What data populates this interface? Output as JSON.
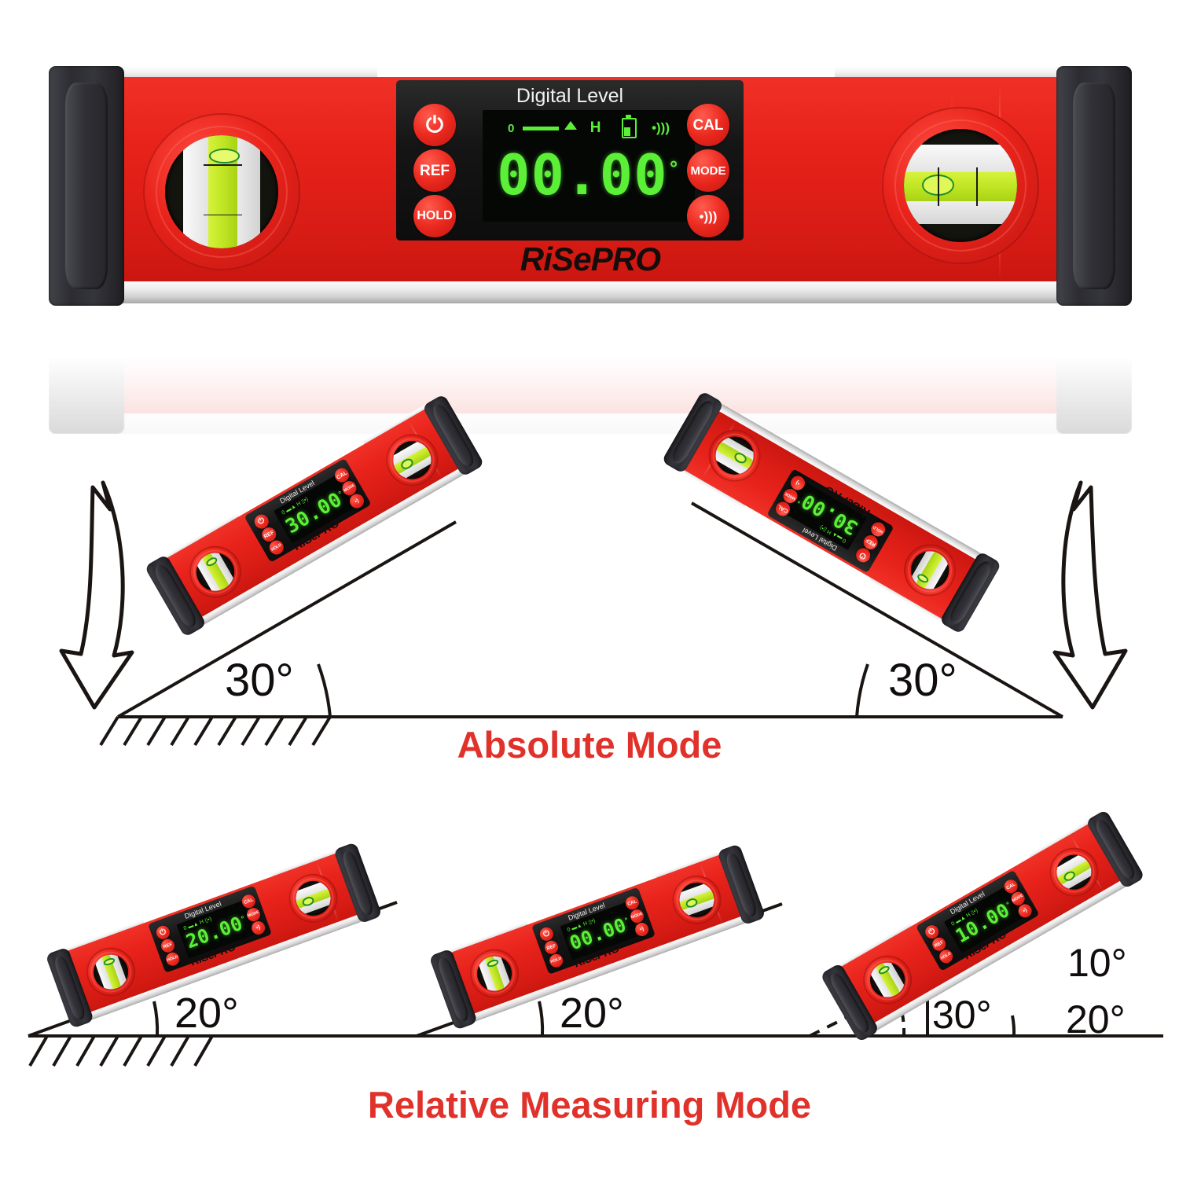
{
  "product": {
    "brand": "RiSePRO",
    "panel_title": "Digital   Level",
    "degree_symbol": "°"
  },
  "hero": {
    "display_value": "00.00",
    "buttons_left": [
      "⏻",
      "REF",
      "HOLD"
    ],
    "buttons_right": [
      "CAL",
      "MODE",
      "•⧩"
    ],
    "power_label": "⏻",
    "ref_label": "REF",
    "hold_label": "HOLD",
    "cal_label": "CAL",
    "mode_label": "MODE",
    "beep_label": "sound-icon",
    "indicators": {
      "zero": "0",
      "bar": "bar-indicator",
      "arrow": "triangle-indicator",
      "hold": "H",
      "battery": "battery-icon",
      "sound": "sound-wave-icon"
    }
  },
  "sections": [
    {
      "id": "absolute",
      "label": "Absolute Mode",
      "label_color": "#e0322b",
      "levels": [
        {
          "display_value": "30.00",
          "rotation_deg": -30,
          "angle_label": "30°"
        },
        {
          "display_value": "30.00",
          "rotation_deg": 30,
          "angle_label": "30°"
        }
      ],
      "arrows": [
        "curved-arrow-down-left",
        "curved-arrow-down-right"
      ]
    },
    {
      "id": "relative",
      "label": "Relative Measuring Mode",
      "label_color": "#e0322b",
      "levels": [
        {
          "display_value": "20.00",
          "rotation_deg": -20,
          "angle_labels": [
            "20°"
          ]
        },
        {
          "display_value": "00.00",
          "rotation_deg": -20,
          "angle_labels": [
            "20°"
          ]
        },
        {
          "display_value": "10.00",
          "rotation_deg": -30,
          "angle_labels": [
            "10°",
            "30°",
            "20°"
          ]
        }
      ]
    }
  ],
  "annotations": {
    "abs_left_angle": "30°",
    "abs_right_angle": "30°",
    "rel_one_angle": "20°",
    "rel_two_angle": "20°",
    "rel_three_a": "10°",
    "rel_three_b": "30°",
    "rel_three_c": "20°"
  },
  "colors": {
    "body_red": "#e8231b",
    "accent_red": "#e0322b",
    "lcd_green": "#5bf037",
    "endcap": "#2c2c32",
    "rail_silver": "#e9e9e9",
    "ink": "#100d0c"
  }
}
